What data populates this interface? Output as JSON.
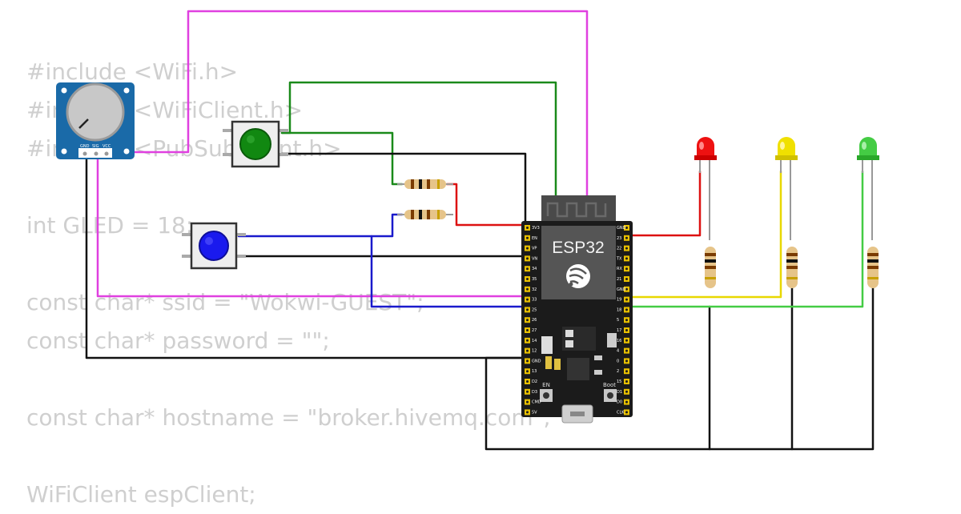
{
  "code": {
    "lines": [
      "#include <WiFi.h>",
      "#include <WiFiClient.h>",
      "#include <PubSubClient.h>",
      "",
      "int GLED = 18;",
      "",
      "const char* ssid = \"Wokwi-GUEST\";",
      "const char* password = \"\";",
      "",
      "const char* hostname = \"broker.hivemq.com\";",
      "",
      "WiFiClient espClient;"
    ]
  },
  "board": {
    "name": "ESP32",
    "en_label": "EN",
    "boot_label": "Boot",
    "left_pins": [
      "3V3",
      "EN",
      "VP",
      "VN",
      "34",
      "35",
      "32",
      "33",
      "25",
      "26",
      "27",
      "14",
      "12",
      "GND",
      "13",
      "D2",
      "D3",
      "CMD",
      "5V"
    ],
    "right_pins": [
      "GND",
      "23",
      "22",
      "TX",
      "RX",
      "21",
      "GND",
      "19",
      "18",
      "5",
      "17",
      "16",
      "4",
      "0",
      "2",
      "15",
      "D1",
      "D0",
      "CLK"
    ]
  },
  "potentiometer": {
    "pins": [
      "GND",
      "SIG",
      "VCC"
    ]
  },
  "colors": {
    "pink": "#e040e0",
    "green_wire": "#1a8a1a",
    "black_wire": "#111111",
    "blue_wire": "#1a1acc",
    "red_wire": "#dd1111",
    "yellow_wire": "#e8d800",
    "lightgreen_wire": "#44cc44",
    "board": "#1b1b1b",
    "pot_body": "#1a6aa8"
  },
  "icons": {
    "logo": "espressif-logo-icon"
  }
}
